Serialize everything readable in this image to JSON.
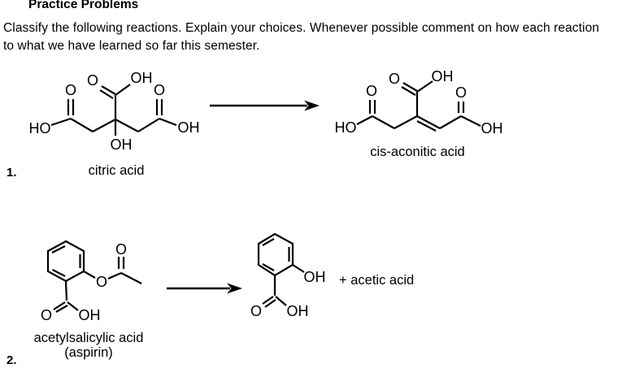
{
  "page": {
    "title": "Practice Problems",
    "intro_line1": "Classify the following reactions. Explain your choices. Whenever possible comment on how each reaction",
    "intro_line2": "to what we have learned so far this semester."
  },
  "problem1": {
    "number": "1.",
    "reactant_label": "citric acid",
    "product_label": "cis-aconitic acid",
    "citric_atoms": {
      "ho_left": "HO",
      "o_left": "O",
      "o_top": "O",
      "oh_top": "OH",
      "oh_center": "OH",
      "o_right": "O",
      "oh_right": "OH"
    },
    "aconitic_atoms": {
      "ho_left": "HO",
      "o_left": "O",
      "o_top": "O",
      "oh_top": "OH",
      "o_right": "O",
      "oh_right": "OH"
    }
  },
  "problem2": {
    "number": "2.",
    "reactant_label_line1": "acetylsalicylic acid",
    "reactant_label_line2": "(aspirin)",
    "byproduct_text": "+ acetic acid",
    "aspirin_atoms": {
      "o_ester": "O",
      "o_carbonyl": "O",
      "o_acid": "O",
      "oh_acid": "OH"
    },
    "salicylic_atoms": {
      "oh_phenol": "OH",
      "o_acid": "O",
      "oh_acid": "OH"
    }
  }
}
